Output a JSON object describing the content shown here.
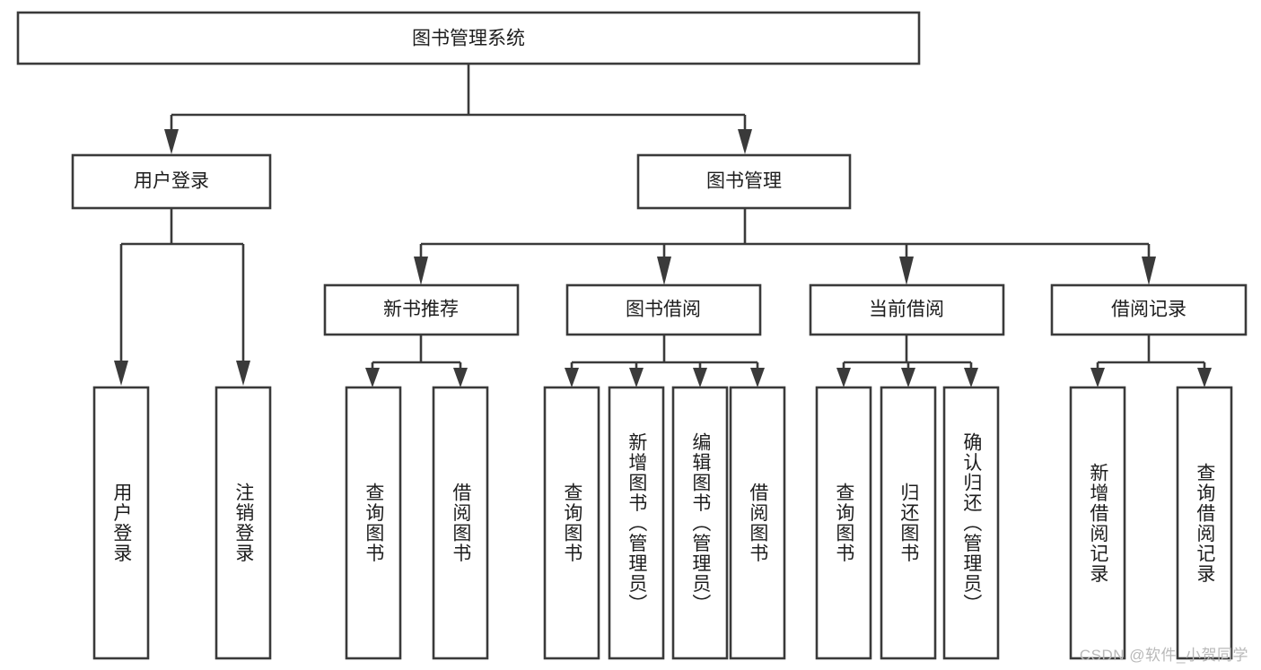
{
  "diagram": {
    "type": "hierarchy-tree",
    "title": "图书管理系统",
    "watermark": "CSDN @软件_小贺同学",
    "colors": {
      "box_stroke": "#3a3a3a",
      "box_fill": "#ffffff",
      "connector": "#3a3a3a",
      "text": "#1d1d1d",
      "background": "#ffffff",
      "watermark_text": "#b9b9b9"
    },
    "levels": {
      "root": {
        "label": "图书管理系统"
      },
      "level1": [
        {
          "label": "用户登录"
        },
        {
          "label": "图书管理"
        }
      ],
      "level2": [
        {
          "label": "新书推荐"
        },
        {
          "label": "图书借阅"
        },
        {
          "label": "当前借阅"
        },
        {
          "label": "借阅记录"
        }
      ],
      "leaves": [
        {
          "label": "用户登录",
          "parent": "用户登录"
        },
        {
          "label": "注销登录",
          "parent": "用户登录"
        },
        {
          "label": "查询图书",
          "parent": "新书推荐"
        },
        {
          "label": "借阅图书",
          "parent": "新书推荐"
        },
        {
          "label": "查询图书",
          "parent": "图书借阅"
        },
        {
          "label": "新增图书（管理员）",
          "parent": "图书借阅"
        },
        {
          "label": "编辑图书（管理员）",
          "parent": "图书借阅"
        },
        {
          "label": "借阅图书",
          "parent": "图书借阅"
        },
        {
          "label": "查询图书",
          "parent": "当前借阅"
        },
        {
          "label": "归还图书",
          "parent": "当前借阅"
        },
        {
          "label": "确认归还（管理员）",
          "parent": "当前借阅"
        },
        {
          "label": "新增借阅记录",
          "parent": "借阅记录"
        },
        {
          "label": "查询借阅记录",
          "parent": "借阅记录"
        }
      ]
    }
  }
}
